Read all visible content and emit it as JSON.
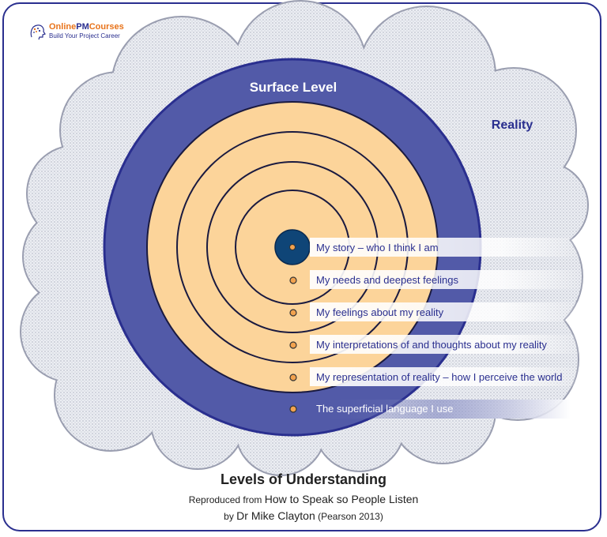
{
  "logo": {
    "brand_part1": "Online",
    "brand_part2": "PM",
    "brand_part3": "Courses",
    "tagline": "Build Your Project Career"
  },
  "diagram": {
    "outer_label": "Reality",
    "surface_label": "Surface Level",
    "levels": [
      "My story – who I think I am",
      "My needs and deepest feelings",
      "My feelings about my reality",
      "My interpretations of and thoughts about my reality",
      "My representation of reality – how I perceive the world",
      "The superficial language I use"
    ]
  },
  "caption": {
    "title": "Levels of Understanding",
    "reproduced_prefix": "Reproduced from ",
    "book_title": "How to Speak so People Listen",
    "by_prefix": "by ",
    "author": "Dr Mike Clayton",
    "publisher": " (Pearson 2013)"
  },
  "colors": {
    "navy": "#2a2f8f",
    "surface_ring": "#525aa8",
    "inner_fill": "#fcd49a",
    "core": "#0f4577",
    "dot": "#f2a24e",
    "cloud": "#e6e7ee"
  }
}
